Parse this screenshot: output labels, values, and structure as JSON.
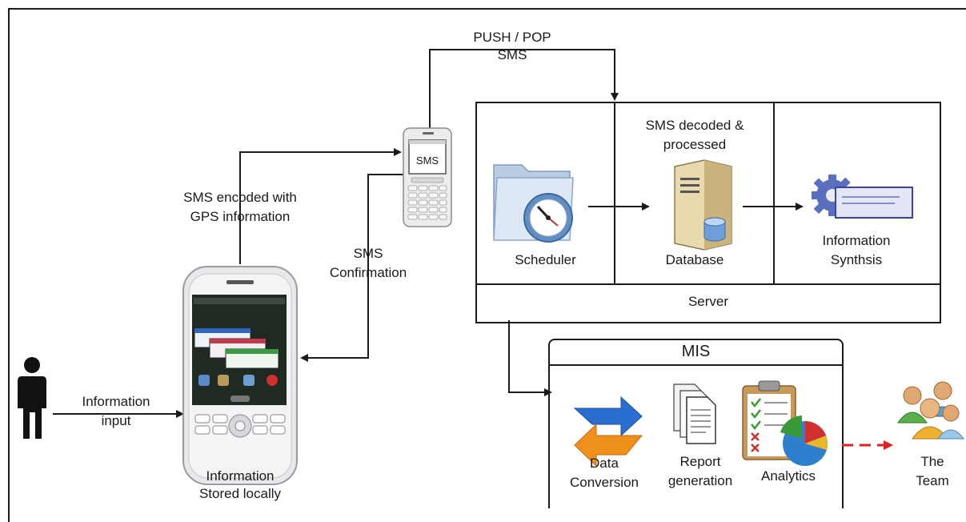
{
  "diagram": {
    "labels": {
      "push_pop_line1": "PUSH / POP",
      "push_pop_line2": "SMS",
      "phone_screen": "SMS",
      "sms_encoded_line1": "SMS encoded with",
      "sms_encoded_line2": "GPS information",
      "sms_confirmation_line1": "SMS",
      "sms_confirmation_line2": "Confirmation",
      "info_input_line1": "Information",
      "info_input_line2": "input",
      "stored_line1": "Information",
      "stored_line2": "Stored locally",
      "sms_decoded_line1": "SMS decoded &",
      "sms_decoded_line2": "processed",
      "scheduler": "Scheduler",
      "database": "Database",
      "synthesis_line1": "Information",
      "synthesis_line2": "Synthsis",
      "server": "Server",
      "mis": "MIS",
      "data_conversion_line1": "Data",
      "data_conversion_line2": "Conversion",
      "report_line1": "Report",
      "report_line2": "generation",
      "analytics": "Analytics",
      "team_line1": "The",
      "team_line2": "Team"
    },
    "icons": [
      "person-icon",
      "smartphone-icon",
      "feature-phone-icon",
      "scheduler-folder-clock-icon",
      "database-server-icon",
      "gear-document-icon",
      "data-conversion-arrows-icon",
      "report-documents-icon",
      "analytics-clipboard-pie-icon",
      "team-people-icon"
    ],
    "colors": {
      "line": "#1a1a1a",
      "team_arrow": "#e02020",
      "pie_green": "#3a9a3a",
      "pie_red": "#d03030",
      "pie_blue": "#2f7fcf",
      "arrow_blue": "#2a6fd0",
      "arrow_orange": "#f0901c"
    }
  }
}
